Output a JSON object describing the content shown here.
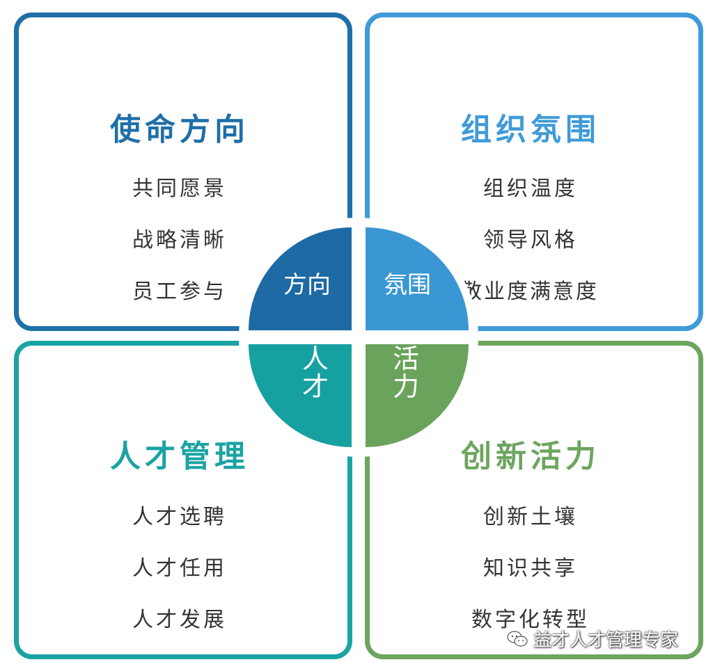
{
  "quadrants": {
    "top_left": {
      "title": "使命方向",
      "items": [
        "共同愿景",
        "战略清晰",
        "员工参与"
      ],
      "color": "#1f6fa8"
    },
    "top_right": {
      "title": "组织氛围",
      "items": [
        "组织温度",
        "领导风格",
        "敬业度满意度"
      ],
      "color": "#3f9bd8"
    },
    "bottom_left": {
      "title": "人才管理",
      "items": [
        "人才选聘",
        "人才任用",
        "人才发展"
      ],
      "color": "#1aa3a3"
    },
    "bottom_right": {
      "title": "创新活力",
      "items": [
        "创新土壤",
        "知识共享",
        "数字化转型"
      ],
      "color": "#6da55f"
    }
  },
  "center": {
    "top_left": {
      "label": "方向",
      "color": "#1d6aa5"
    },
    "top_right": {
      "label": "氛围",
      "color": "#3a97d4"
    },
    "bottom_left": {
      "label_1": "人",
      "label_2": "才",
      "color": "#16a0a0"
    },
    "bottom_right": {
      "label_1": "活",
      "label_2": "力",
      "color": "#6aa35c"
    }
  },
  "watermark": {
    "text": "益才人才管理专家",
    "icon": "wechat-icon"
  }
}
